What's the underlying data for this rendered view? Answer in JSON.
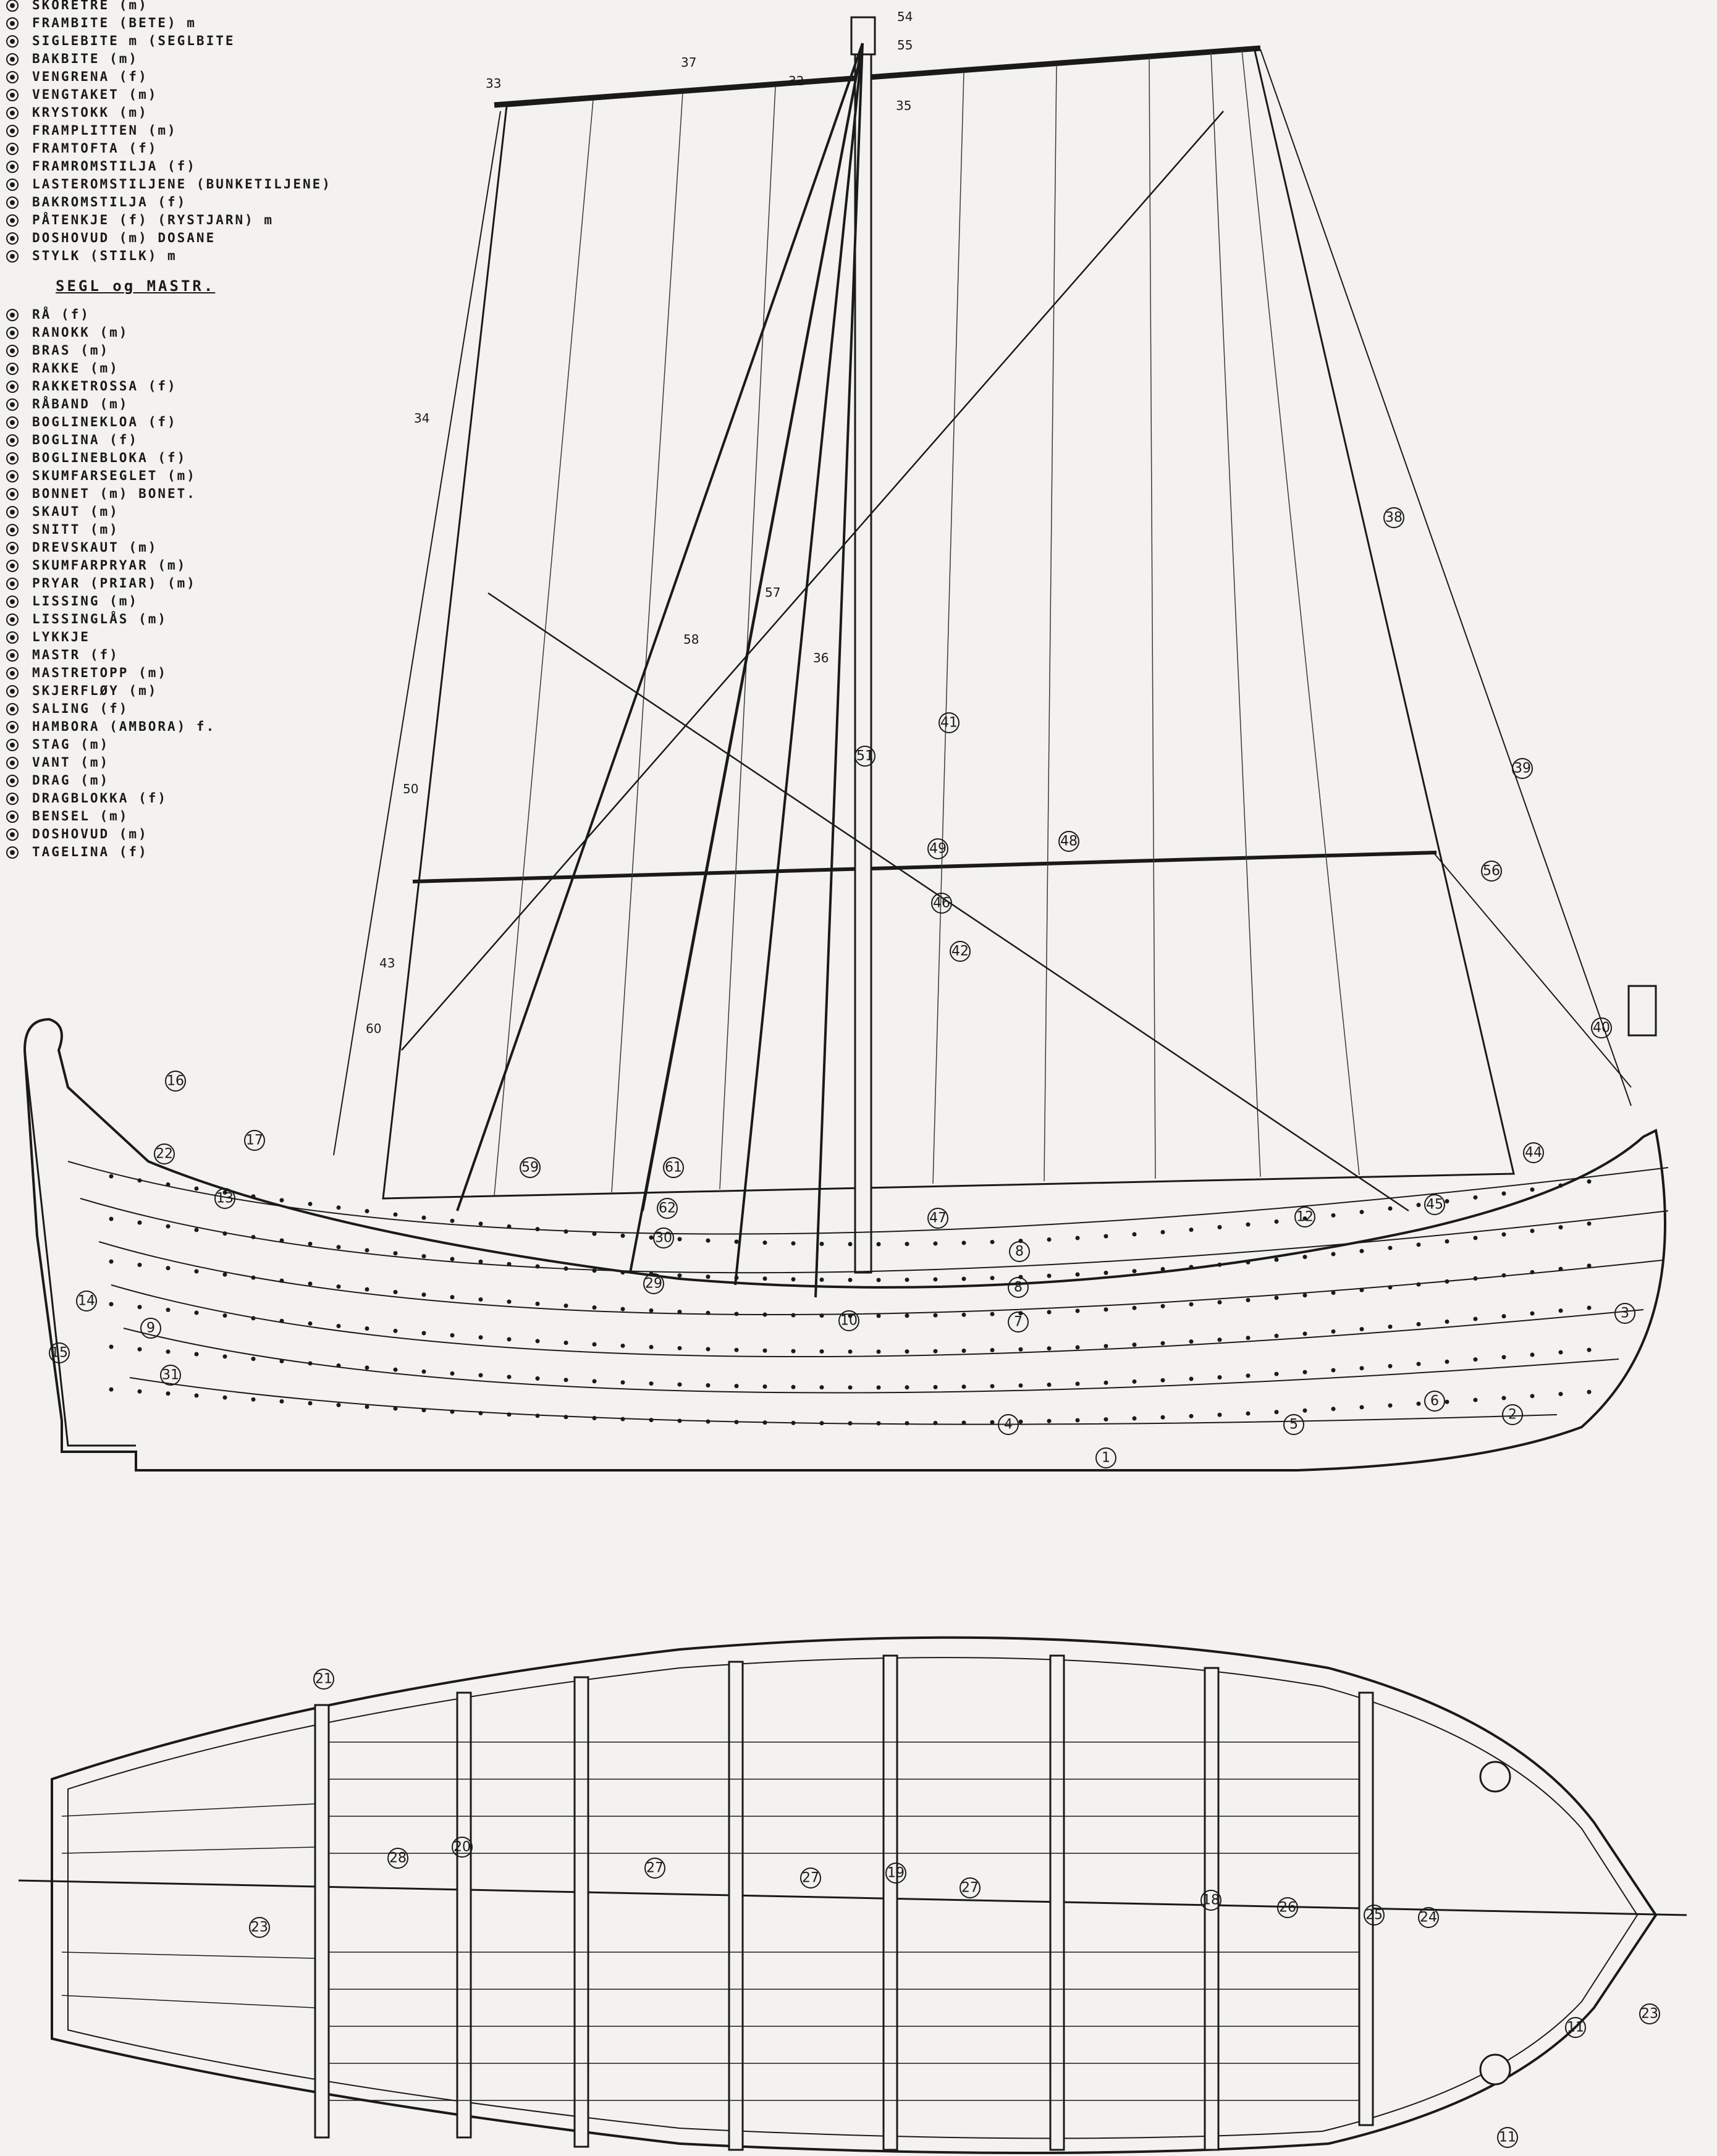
{
  "legend_hull": [
    "SKORETRE (m)",
    "FRAMBITE (BETE) m",
    "SIGLEBITE m (SEGLBITE",
    "BAKBITE (m)",
    "VENGRENA (f)",
    "VENGTAKET (m)",
    "KRYSTOKK (m)",
    "FRAMPLITTEN (m)",
    "FRAMTOFTA (f)",
    "FRAMROMSTILJA (f)",
    "LASTEROMSTILJENE (BUNKETILJENE)",
    "BAKROMSTILJA (f)",
    "PÅTENKJE (f) (RYSTJARN) m",
    "DOSHOVUD (m) DOSANE",
    "STYLK (STILK) m"
  ],
  "legend_sail_title": "SEGL og MASTR.",
  "legend_sail": [
    "RÅ (f)",
    "RANOKK (m)",
    "BRAS (m)",
    "RAKKE (m)",
    "RAKKETROSSA (f)",
    "RÅBAND (m)",
    "BOGLINEKLOA (f)",
    "BOGLINA (f)",
    "BOGLINEBLOKA (f)",
    "SKUMFARSEGLET (m)",
    "BONNET (m) BONET.",
    "SKAUT (m)",
    "SNITT (m)",
    "DREVSKAUT (m)",
    "SKUMFARPRYAR (m)",
    "PRYAR (PRIAR) (m)",
    "LISSING (m)",
    "LISSINGLÅS (m)",
    "LYKKJE",
    "MASTR (f)",
    "MASTRETOPP (m)",
    "SKJERFLØY (m)",
    "SALING (f)",
    "HAMBORA (AMBORA) f.",
    "STAG (m)",
    "VANT (m)",
    "DRAG (m)",
    "DRAGBLOKKA (f)",
    "BENSEL (m)",
    "DOSHOVUD (m)",
    "TAGELINA (f)"
  ],
  "callouts_side": [
    {
      "id": "p1",
      "text": "1"
    },
    {
      "id": "p2",
      "text": "2"
    },
    {
      "id": "p3",
      "text": "3"
    },
    {
      "id": "p4",
      "text": "4"
    },
    {
      "id": "p5",
      "text": "5"
    },
    {
      "id": "p6",
      "text": "6"
    },
    {
      "id": "p7",
      "text": "7"
    },
    {
      "id": "p8a",
      "text": "8"
    },
    {
      "id": "p8b",
      "text": "8"
    },
    {
      "id": "p9",
      "text": "9"
    },
    {
      "id": "p10",
      "text": "10"
    },
    {
      "id": "p12",
      "text": "12"
    },
    {
      "id": "p13",
      "text": "13"
    },
    {
      "id": "p14",
      "text": "14"
    },
    {
      "id": "p15",
      "text": "15"
    },
    {
      "id": "p16",
      "text": "16"
    },
    {
      "id": "p17",
      "text": "17"
    },
    {
      "id": "p22",
      "text": "22"
    },
    {
      "id": "p29",
      "text": "29"
    },
    {
      "id": "p30",
      "text": "30"
    },
    {
      "id": "p31",
      "text": "31"
    },
    {
      "id": "p38",
      "text": "38"
    },
    {
      "id": "p39",
      "text": "39"
    },
    {
      "id": "p40",
      "text": "40"
    },
    {
      "id": "p41",
      "text": "41"
    },
    {
      "id": "p42",
      "text": "42"
    },
    {
      "id": "p44",
      "text": "44"
    },
    {
      "id": "p45",
      "text": "45"
    },
    {
      "id": "p46",
      "text": "46"
    },
    {
      "id": "p47",
      "text": "47"
    },
    {
      "id": "p48",
      "text": "48"
    },
    {
      "id": "p49",
      "text": "49"
    },
    {
      "id": "p51",
      "text": "51"
    },
    {
      "id": "p56",
      "text": "56"
    },
    {
      "id": "p59",
      "text": "59"
    },
    {
      "id": "p61",
      "text": "61"
    },
    {
      "id": "p62",
      "text": "62"
    }
  ],
  "labels_side": [
    {
      "id": "l32",
      "text": "32"
    },
    {
      "id": "l33",
      "text": "33"
    },
    {
      "id": "l34",
      "text": "34"
    },
    {
      "id": "l35",
      "text": "35"
    },
    {
      "id": "l36",
      "text": "36"
    },
    {
      "id": "l37",
      "text": "37"
    },
    {
      "id": "l43",
      "text": "43"
    },
    {
      "id": "l50",
      "text": "50"
    },
    {
      "id": "l54",
      "text": "54"
    },
    {
      "id": "l55",
      "text": "55"
    },
    {
      "id": "l57",
      "text": "57"
    },
    {
      "id": "l58",
      "text": "58"
    },
    {
      "id": "l60",
      "text": "60"
    }
  ],
  "callouts_plan": [
    {
      "id": "q11a",
      "text": "11"
    },
    {
      "id": "q11b",
      "text": "11"
    },
    {
      "id": "q18",
      "text": "18"
    },
    {
      "id": "q19",
      "text": "19"
    },
    {
      "id": "q20",
      "text": "20"
    },
    {
      "id": "q21",
      "text": "21"
    },
    {
      "id": "q23a",
      "text": "23"
    },
    {
      "id": "q23b",
      "text": "23"
    },
    {
      "id": "q24",
      "text": "24"
    },
    {
      "id": "q25",
      "text": "25"
    },
    {
      "id": "q26",
      "text": "26"
    },
    {
      "id": "q27a",
      "text": "27"
    },
    {
      "id": "q27b",
      "text": "27"
    },
    {
      "id": "q27c",
      "text": "27"
    },
    {
      "id": "q28",
      "text": "28"
    }
  ]
}
